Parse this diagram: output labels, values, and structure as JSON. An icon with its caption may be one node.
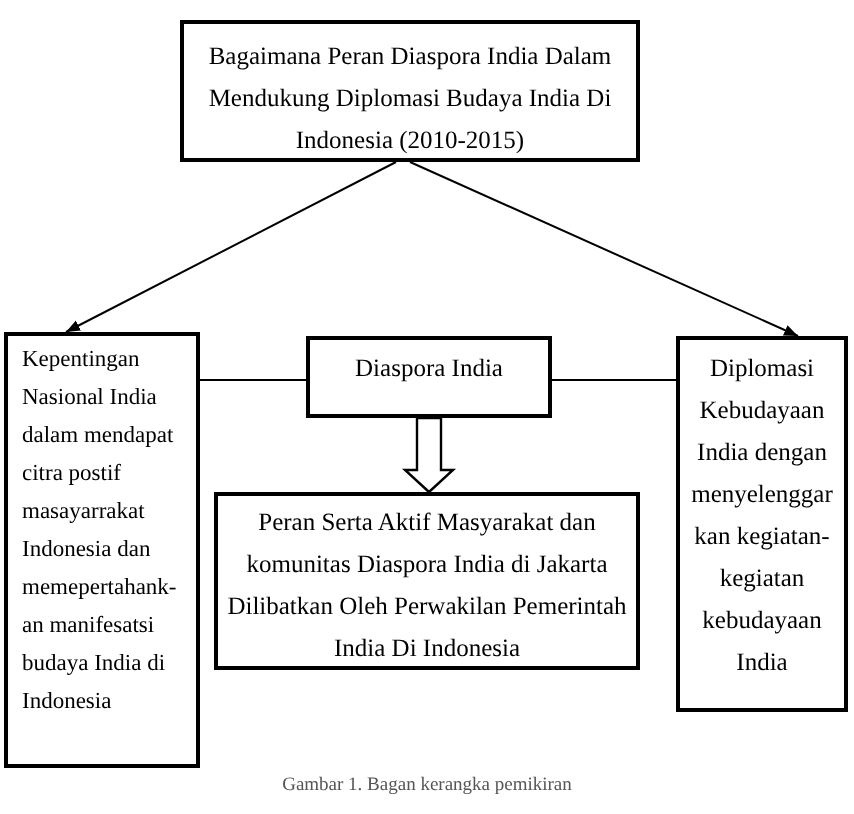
{
  "diagram": {
    "caption": "Gambar 1. Bagan kerangka pemikiran",
    "nodes": [
      {
        "text": [
          "Bagaimana Peran Diaspora India Dalam Mendukung Diplomasi Budaya India Di Indonesia (2010-2015)"
        ]
      },
      {
        "text": [
          "Kepentingan Nasional India dalam mendapat citra postif masayarrakat Indonesia dan memepertahank-an manifesatsi budaya India di Indonesia"
        ]
      },
      {
        "text": [
          "Diaspora India"
        ]
      },
      {
        "text": [
          "Diplomasi Kebudayaan India dengan menyelenggar kan kegiatan-kegiatan kebudayaan India"
        ]
      },
      {
        "text": [
          "Peran Serta Aktif Masyarakat dan komunitas Diaspora India di Jakarta Dilibatkan Oleh Perwakilan Pemerintah India Di Indonesia"
        ]
      }
    ],
    "edges": [
      {
        "from": 0,
        "to": 1,
        "arrow": "to"
      },
      {
        "from": 0,
        "to": 3,
        "arrow": "to"
      },
      {
        "from": 2,
        "to": 1,
        "arrow": "none"
      },
      {
        "from": 2,
        "to": 3,
        "arrow": "none"
      },
      {
        "from": 2,
        "to": 4,
        "arrow": "to",
        "style": "thick"
      }
    ]
  }
}
